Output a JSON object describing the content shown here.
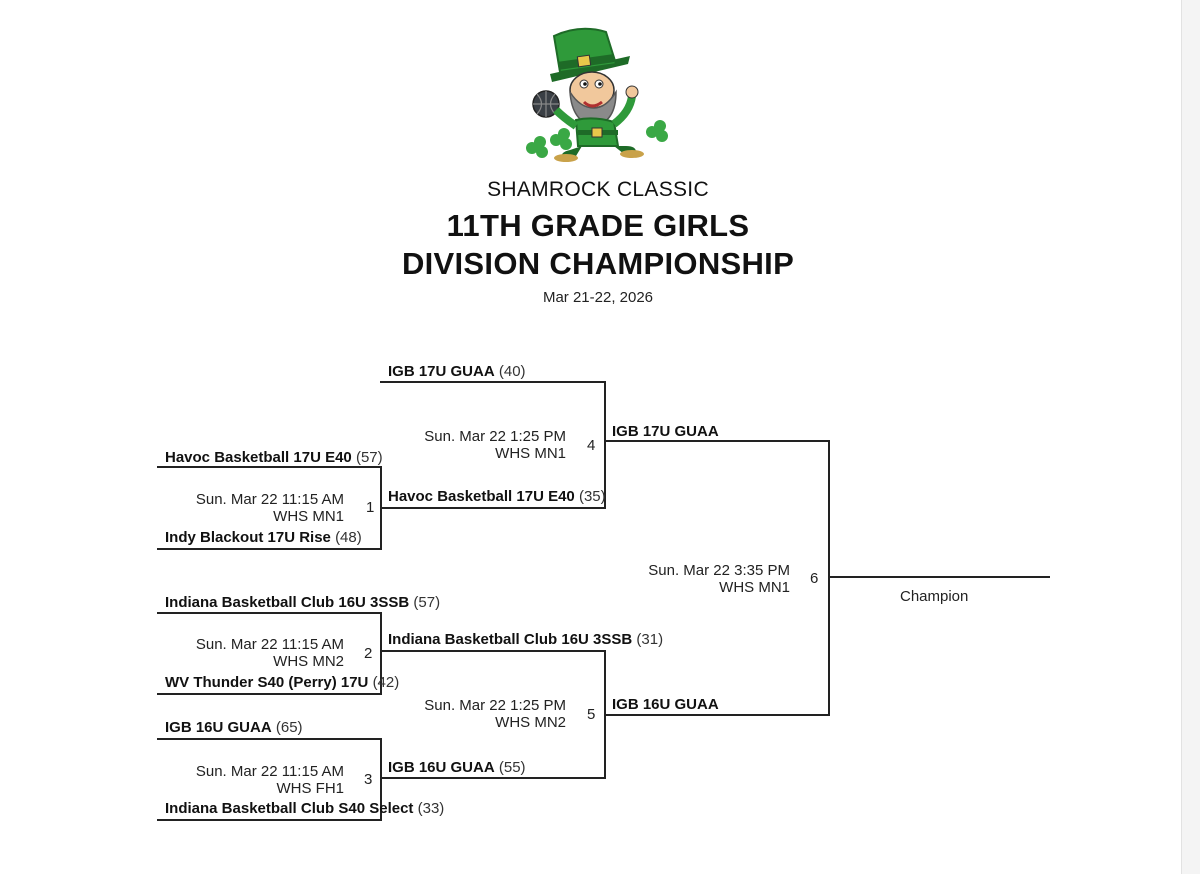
{
  "header": {
    "event": "SHAMROCK CLASSIC",
    "title_line1": "11TH GRADE GIRLS",
    "title_line2": "DIVISION CHAMPIONSHIP",
    "dates": "Mar 21-22, 2026"
  },
  "colors": {
    "leprechaun_green": "#2f9a3a",
    "dark_green": "#1e6b27",
    "beard": "#8a8a8a",
    "ball": "#3a3f45",
    "line": "#222222"
  },
  "games": {
    "g1": {
      "number": "1",
      "time": "Sun. Mar 22 11:15 AM",
      "court": "WHS MN1",
      "top_team": "Havoc Basketball 17U E40",
      "top_score": "(57)",
      "bottom_team": "Indy Blackout 17U Rise",
      "bottom_score": "(48)"
    },
    "g2": {
      "number": "2",
      "time": "Sun. Mar 22 11:15 AM",
      "court": "WHS MN2",
      "top_team": "Indiana Basketball Club 16U 3SSB",
      "top_score": "(57)",
      "bottom_team": "WV Thunder S40 (Perry) 17U",
      "bottom_score": "(42)"
    },
    "g3": {
      "number": "3",
      "time": "Sun. Mar 22 11:15 AM",
      "court": "WHS FH1",
      "top_team": "IGB 16U GUAA",
      "top_score": "(65)",
      "bottom_team": "Indiana Basketball Club S40 Select",
      "bottom_score": "(33)"
    },
    "g4": {
      "number": "4",
      "time": "Sun. Mar 22 1:25 PM",
      "court": "WHS MN1",
      "top_team": "IGB 17U GUAA",
      "top_score": "(40)",
      "bottom_team": "Havoc Basketball 17U E40",
      "bottom_score": "(35)"
    },
    "g5": {
      "number": "5",
      "time": "Sun. Mar 22 1:25 PM",
      "court": "WHS MN2",
      "top_team": "Indiana Basketball Club 16U 3SSB",
      "top_score": "(31)",
      "bottom_team": "IGB 16U GUAA",
      "bottom_score": "(55)"
    },
    "g6": {
      "number": "6",
      "time": "Sun. Mar 22 3:35 PM",
      "court": "WHS MN1",
      "top_team": "IGB 17U GUAA",
      "top_score": "",
      "bottom_team": "IGB 16U GUAA",
      "bottom_score": ""
    }
  },
  "champion_label": "Champion"
}
